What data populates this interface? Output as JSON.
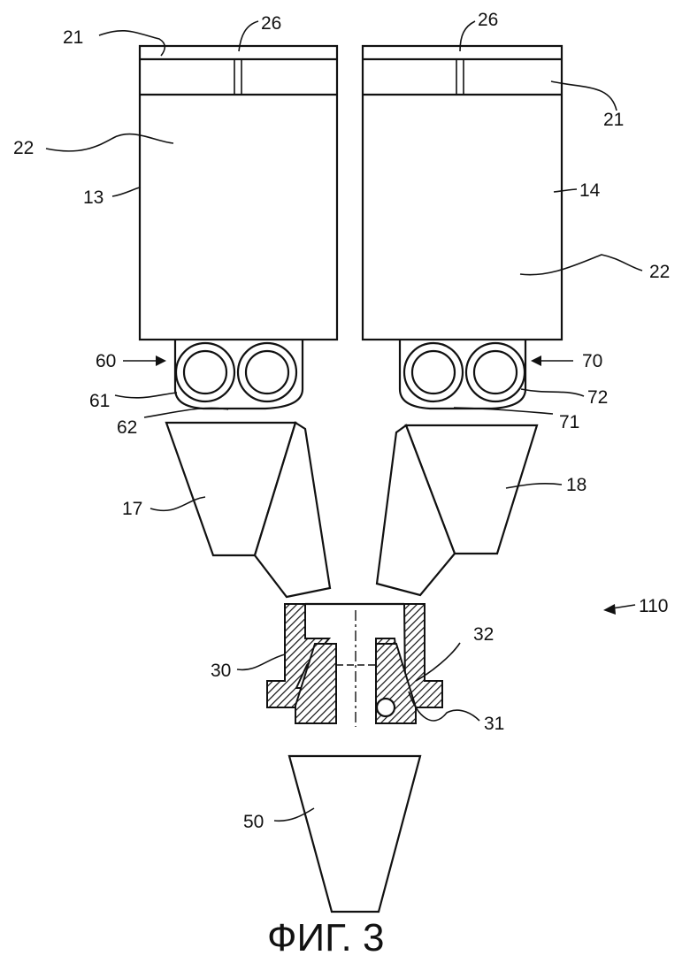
{
  "labels": {
    "l21_left": "21",
    "l26_left": "26",
    "l26_right": "26",
    "l21_right": "21",
    "l22_left": "22",
    "l13": "13",
    "l14": "14",
    "l22_right": "22",
    "l60": "60",
    "l61": "61",
    "l62": "62",
    "l70": "70",
    "l72": "72",
    "l71": "71",
    "l17": "17",
    "l18": "18",
    "l110": "110",
    "l30": "30",
    "l32": "32",
    "l31": "31",
    "l50": "50"
  },
  "caption": "ФИГ. 3"
}
